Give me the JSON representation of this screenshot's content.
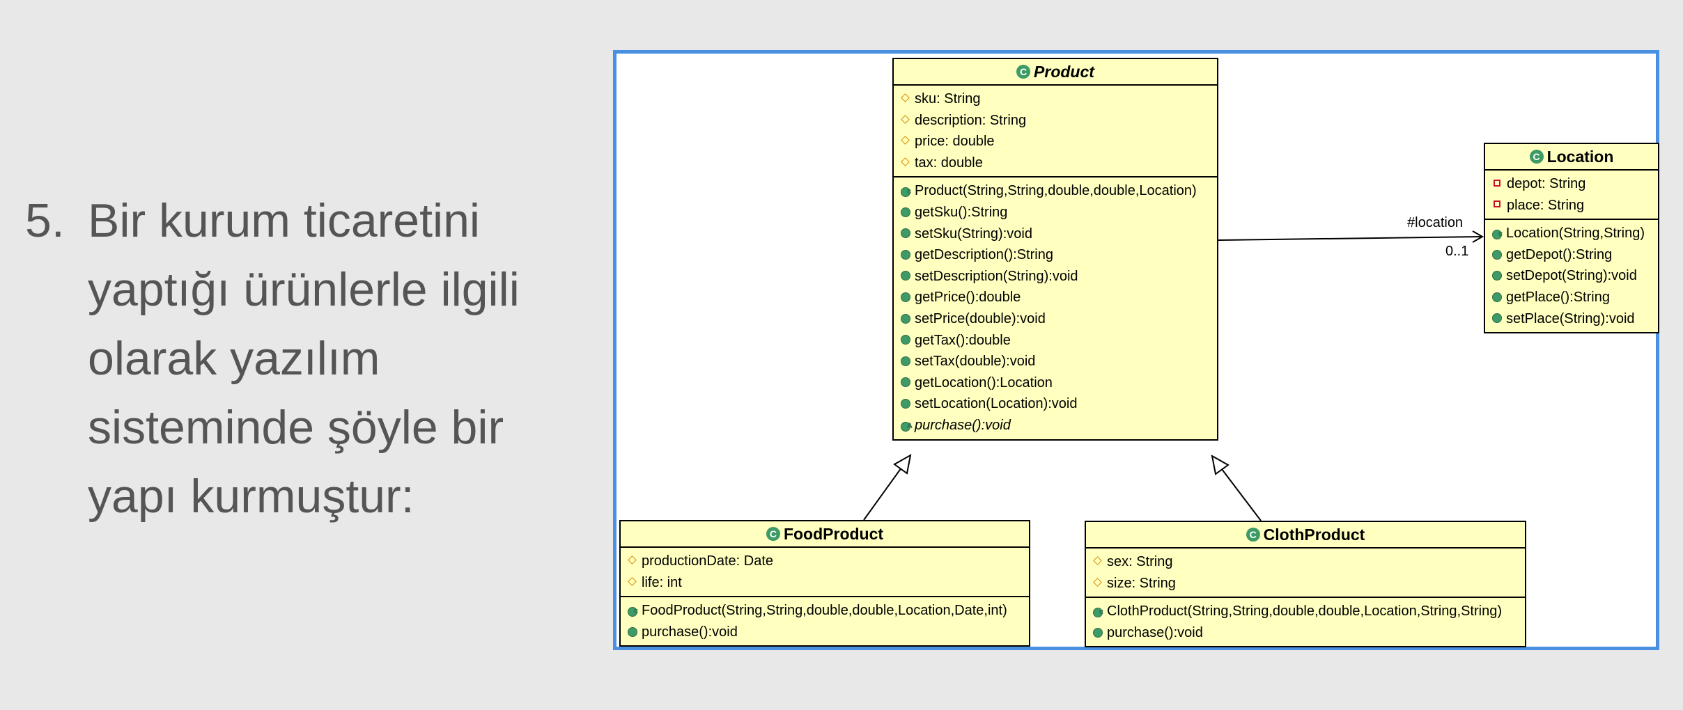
{
  "slide": {
    "number": "5.",
    "lines": [
      "Bir kurum ticaretini",
      "yaptığı ürünlerle ilgili",
      "olarak yazılım",
      "sisteminde şöyle bir",
      "yapı kurmuştur:"
    ]
  },
  "diagram": {
    "frame_color": "#4a90e2",
    "class_fill": "#ffffc0",
    "classes": {
      "product": {
        "name": "Product",
        "abstract": true,
        "attributes": [
          "sku: String",
          "description: String",
          "price: double",
          "tax: double"
        ],
        "operations": [
          "Product(String,String,double,double,Location)",
          "getSku():String",
          "setSku(String):void",
          "getDescription():String",
          "setDescription(String):void",
          "getPrice():double",
          "setPrice(double):void",
          "getTax():double",
          "setTax(double):void",
          "getLocation():Location",
          "setLocation(Location):void",
          "purchase():void"
        ]
      },
      "location": {
        "name": "Location",
        "attributes": [
          "depot: String",
          "place: String"
        ],
        "operations": [
          "Location(String,String)",
          "getDepot():String",
          "setDepot(String):void",
          "getPlace():String",
          "setPlace(String):void"
        ]
      },
      "food_product": {
        "name": "FoodProduct",
        "attributes": [
          "productionDate: Date",
          "life: int"
        ],
        "operations": [
          "FoodProduct(String,String,double,double,Location,Date,int)",
          "purchase():void"
        ]
      },
      "cloth_product": {
        "name": "ClothProduct",
        "attributes": [
          "sex: String",
          "size: String"
        ],
        "operations": [
          "ClothProduct(String,String,double,double,Location,String,String)",
          "purchase():void"
        ]
      }
    },
    "association": {
      "role": "#location",
      "multiplicity": "0..1"
    }
  }
}
